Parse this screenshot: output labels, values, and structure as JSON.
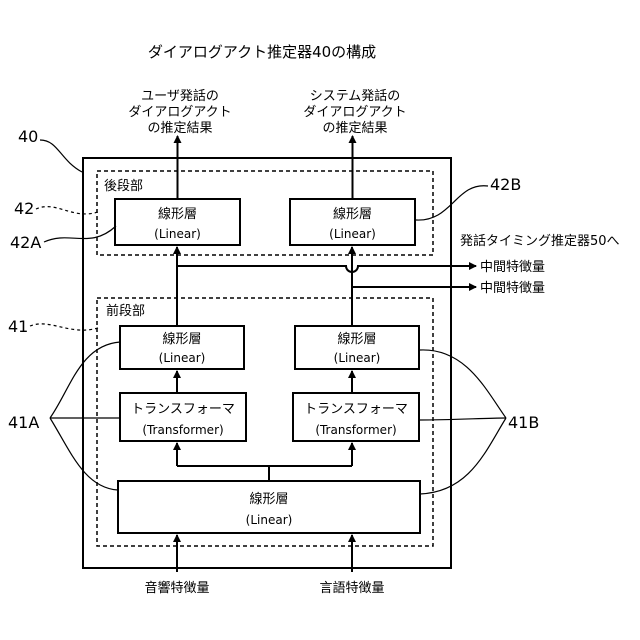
{
  "title": "ダイアログアクト推定器40の構成",
  "outputs": {
    "user": [
      "ユーザ発話の",
      "ダイアログアクト",
      "の推定結果"
    ],
    "system": [
      "システム発話の",
      "ダイアログアクト",
      "の推定結果"
    ]
  },
  "stages": {
    "back": "後段部",
    "front": "前段部"
  },
  "blocks": {
    "linear_label": "線形層",
    "linear_sub": "(Linear)",
    "transformer_label": "トランスフォーマ",
    "transformer_sub": "(Transformer)"
  },
  "side_outputs": {
    "header": "発話タイミング推定器50へ",
    "feature_1": "中間特徴量",
    "feature_2": "中間特徴量"
  },
  "inputs": {
    "acoustic": "音響特徴量",
    "linguistic": "言語特徴量"
  },
  "refs": {
    "estimator": "40",
    "back": "42",
    "back_left": "42A",
    "back_right": "42B",
    "front": "41",
    "front_left": "41A",
    "front_right": "41B"
  }
}
